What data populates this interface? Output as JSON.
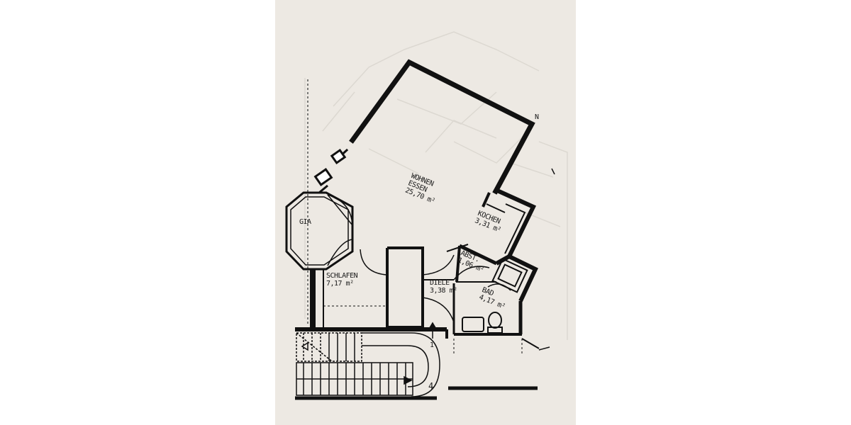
{
  "rooms": {
    "wohnen": {
      "name1": "WOHNEN",
      "name2": "ESSEN",
      "area": "25,70",
      "unit": "m²"
    },
    "kochen": {
      "name": "KOCHEN",
      "area": "3,31",
      "unit": "m²"
    },
    "abst": {
      "name": "ABST.",
      "area": "1,06",
      "unit": "m²"
    },
    "bad": {
      "name": "BAD",
      "area": "4,17",
      "unit": "m²"
    },
    "diele": {
      "name": "DIELE",
      "area": "3,38",
      "unit": "m²"
    },
    "schlafen": {
      "name": "SCHLAFEN",
      "area": "7,17",
      "unit": "m²"
    },
    "gia": {
      "name": "GIA"
    }
  },
  "stair": {
    "step_top": "1",
    "step_bottom": "4"
  },
  "edge_mark": "N",
  "colors": {
    "paper": "#ede9e3",
    "ink": "#111111",
    "background": "#ffffff"
  }
}
